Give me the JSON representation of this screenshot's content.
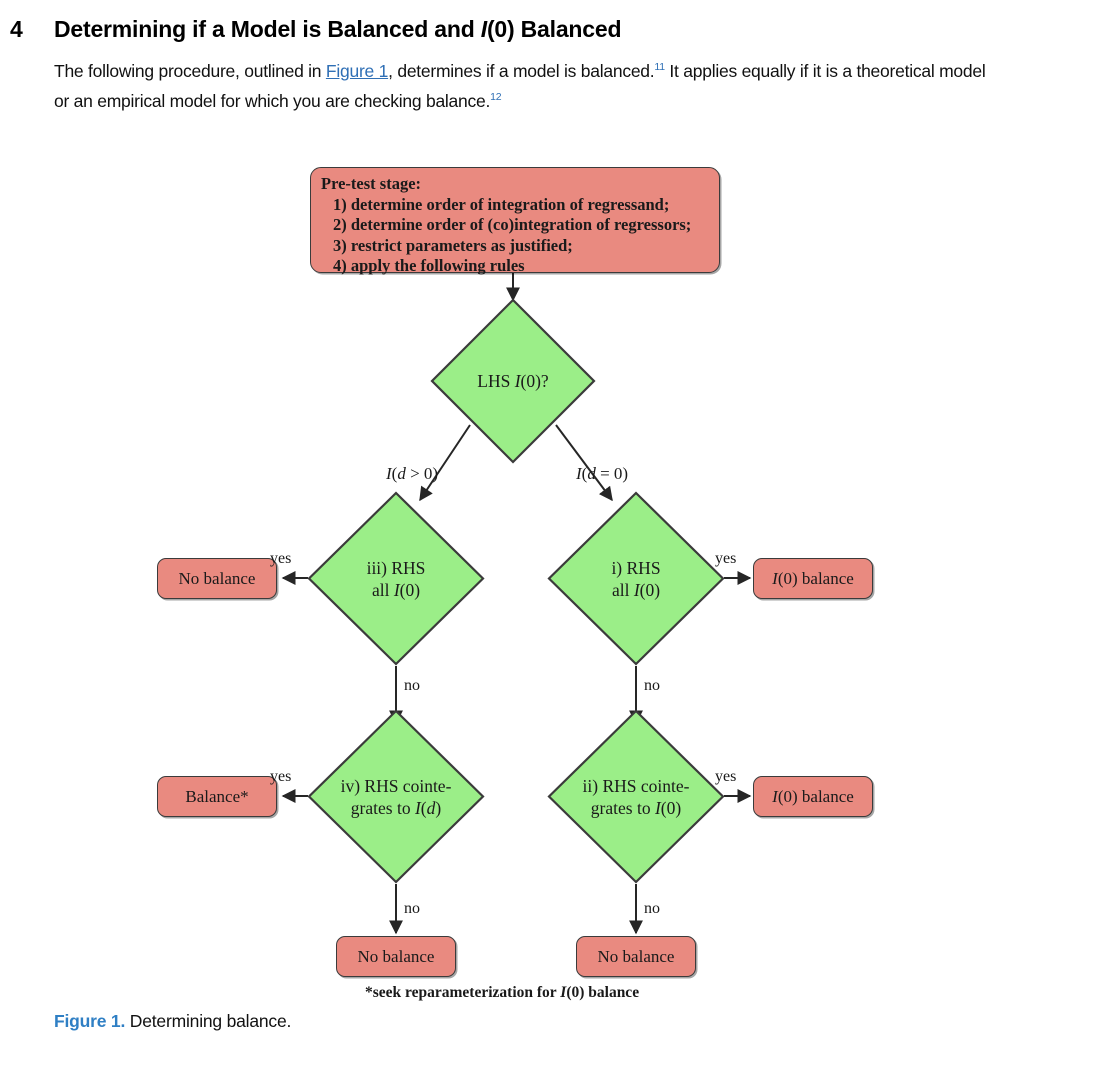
{
  "document": {
    "section_number": "4",
    "section_title_parts": [
      "Determining if a Model is Balanced and ",
      "I",
      "(0) Balanced"
    ],
    "section_title_plain": "Determining if a Model is Balanced and I(0) Balanced",
    "paragraph": {
      "part1": "The following procedure, outlined in ",
      "link": "Figure 1",
      "part2": ", determines if a model is balanced.",
      "footnote1": "11",
      "part3": " It applies equally if it is a theoretical model or an empirical model for which you are checking balance.",
      "footnote2": "12"
    },
    "caption": {
      "label": "Figure 1.",
      "text": " Determining balance."
    }
  },
  "figure": {
    "colors": {
      "decision_fill": "#9bee88",
      "terminal_fill": "#e98a80",
      "stroke": "#3b3b3b",
      "link_blue": "#2f6fb5",
      "caption_blue": "#2f7fc4"
    },
    "pretest": {
      "title": "Pre-test stage:",
      "steps": [
        "1) determine order of integration of regressand;",
        "2) determine order of (co)integration of regressors;",
        "3) restrict parameters as justified;",
        "4) apply the following rules"
      ]
    },
    "nodes": {
      "lhs_decision": "LHS I(0)?",
      "d3_iii": "iii) RHS all I(0)",
      "d3_iii_l1": "iii) RHS",
      "d3_iii_l2": "all I(0)",
      "d1_i": "i) RHS all I(0)",
      "d1_i_l1": "i) RHS",
      "d1_i_l2": "all I(0)",
      "d4_iv_l1": "iv) RHS cointe-",
      "d4_iv_l2": "grates to I(d)",
      "d2_ii_l1": "ii) RHS cointe-",
      "d2_ii_l2": "grates to I(0)",
      "no_balance_left_top": "No balance",
      "balance_star": "Balance*",
      "i0_balance_top": "I(0) balance",
      "i0_balance_bottom": "I(0) balance",
      "no_balance_bottom_left": "No balance",
      "no_balance_bottom_right": "No balance"
    },
    "edge_labels": {
      "branch_left": "I(d > 0)",
      "branch_right": "I(d = 0)",
      "yes_iii": "yes",
      "yes_i": "yes",
      "yes_iv": "yes",
      "yes_ii": "yes",
      "no_iii": "no",
      "no_i": "no",
      "no_iv": "no",
      "no_ii": "no"
    },
    "footnote": "*seek reparameterization for I(0) balance"
  }
}
